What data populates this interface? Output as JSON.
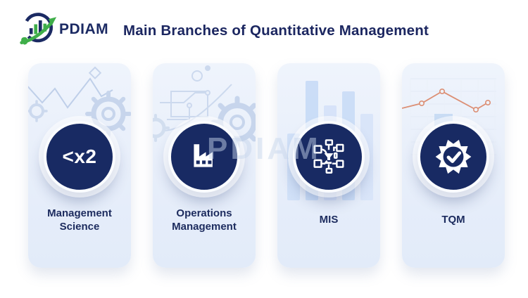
{
  "header": {
    "logo_text": "PDIAM",
    "title": "Main Branches of Quantitative Management"
  },
  "watermark": "PDIAM",
  "cards": [
    {
      "id": "management-science",
      "icon": "less-than-x2-formula-icon",
      "icon_text": "<x2",
      "label": "Management Science"
    },
    {
      "id": "operations-management",
      "icon": "factory-icon",
      "label": "Operations Management"
    },
    {
      "id": "mis",
      "icon": "network-flowchart-icon",
      "label": "MIS"
    },
    {
      "id": "tqm",
      "icon": "quality-badge-checkmark-icon",
      "label": "TQM"
    }
  ],
  "colors": {
    "navy": "#182a63",
    "green": "#3fae49",
    "card_background": "#e9f0fa",
    "decoration_blue": "#ccd9ee",
    "accent_red": "#dc8f74"
  }
}
